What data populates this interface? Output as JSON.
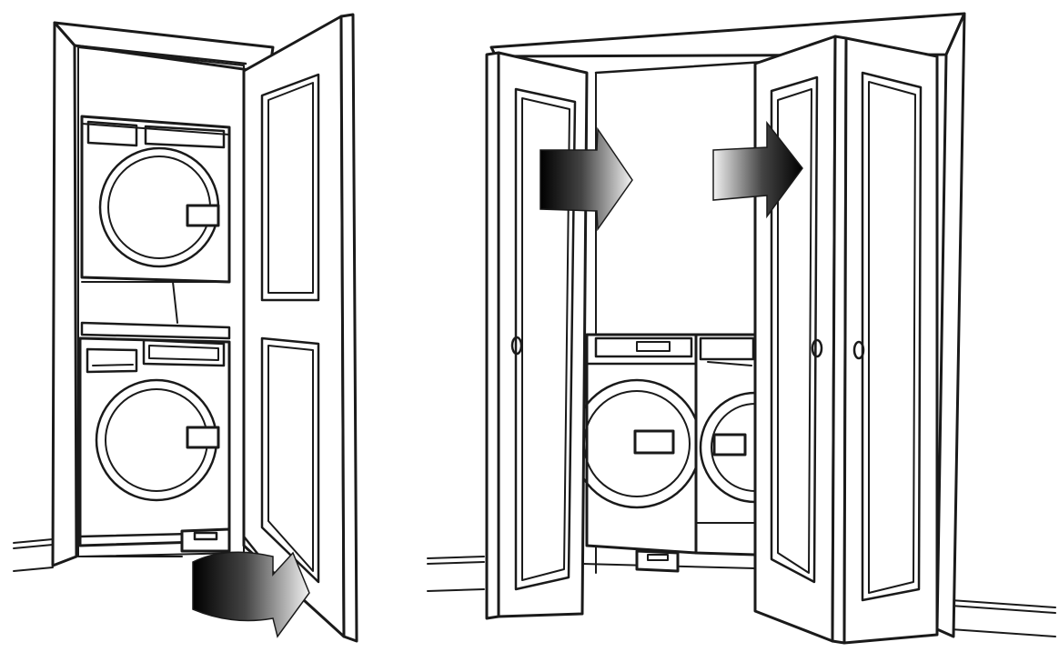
{
  "figure": {
    "panels": [
      {
        "id": "left",
        "content": "stacked-washer-dryer-closet-swing-door"
      },
      {
        "id": "right",
        "content": "side-by-side-washer-dryer-closet-bifold-doors"
      }
    ],
    "colors": {
      "line": "#1a1a1a",
      "background": "#ffffff",
      "arrow_dark": "#000000",
      "arrow_light": "#f2f2f2"
    },
    "icons": [
      "curved-arrow-icon",
      "arrow-left-icon",
      "arrow-right-icon"
    ]
  }
}
